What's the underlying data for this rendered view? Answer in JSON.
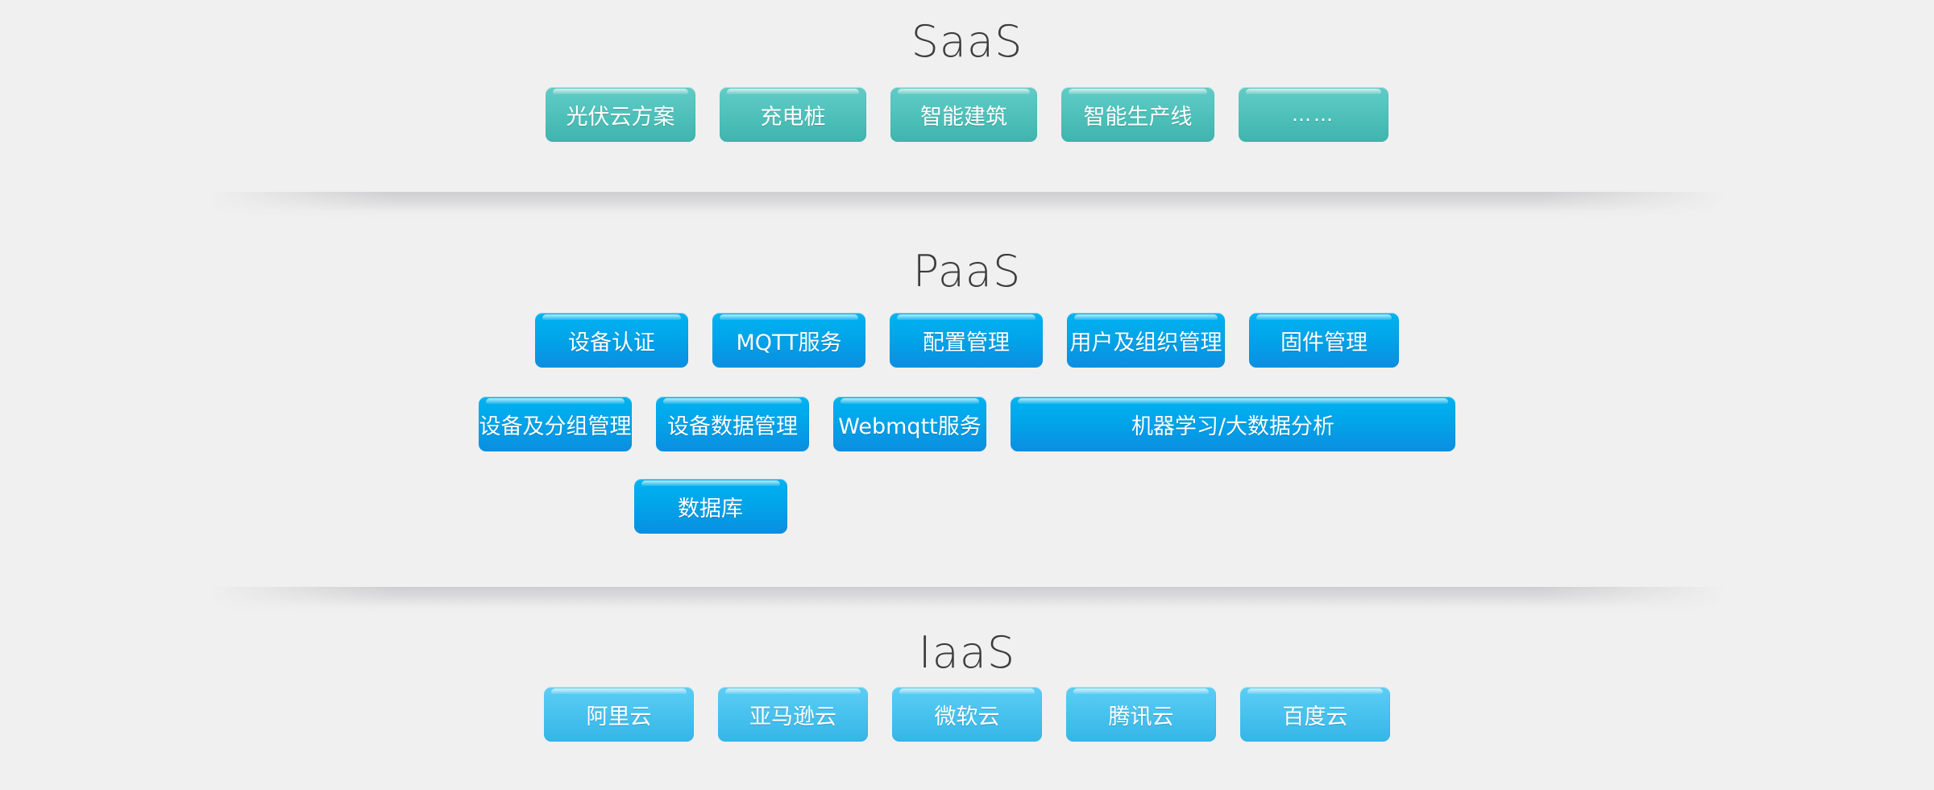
{
  "background_color": "#f0f0f0",
  "colors": {
    "saas_chip": "#4fc0ba",
    "paas_chip": "#00a7ec",
    "iaas_chip": "#4ac3ef",
    "title_text": "#3d3d3d",
    "chip_text": "#ffffff"
  },
  "sections": [
    {
      "id": "saas",
      "title": "SaaS",
      "style": "teal",
      "rows": [
        [
          {
            "label": "光伏云方案",
            "width": "w-186"
          },
          {
            "label": "充电桩",
            "width": "w-182"
          },
          {
            "label": "智能建筑",
            "width": "w-182"
          },
          {
            "label": "智能生产线",
            "width": "w-190"
          },
          {
            "label": "……",
            "width": "w-186",
            "dots": true
          }
        ]
      ]
    },
    {
      "id": "paas",
      "title": "PaaS",
      "style": "blue",
      "rows": [
        [
          {
            "label": "设备认证",
            "width": "w-190"
          },
          {
            "label": "MQTT服务",
            "width": "w-190"
          },
          {
            "label": "配置管理",
            "width": "w-190"
          },
          {
            "label": "用户及组织管理",
            "width": "w-196"
          },
          {
            "label": "固件管理",
            "width": "w-186"
          }
        ],
        [
          {
            "label": "设备及分组管理",
            "width": "w-190"
          },
          {
            "label": "设备数据管理",
            "width": "w-190"
          },
          {
            "label": "Webmqtt服务",
            "width": "w-190"
          },
          {
            "label": "机器学习/大数据分析",
            "width": "w-552"
          }
        ],
        [
          {
            "label": "数据库",
            "width": "w-190"
          }
        ]
      ]
    },
    {
      "id": "iaas",
      "title": "IaaS",
      "style": "sky",
      "rows": [
        [
          {
            "label": "阿里云",
            "width": "w-186"
          },
          {
            "label": "亚马逊云",
            "width": "w-186"
          },
          {
            "label": "微软云",
            "width": "w-186"
          },
          {
            "label": "腾讯云",
            "width": "w-186"
          },
          {
            "label": "百度云",
            "width": "w-186"
          }
        ]
      ]
    }
  ],
  "dividers": [
    {
      "id": "divider-1",
      "after_section": "saas"
    },
    {
      "id": "divider-2",
      "after_section": "paas"
    }
  ]
}
